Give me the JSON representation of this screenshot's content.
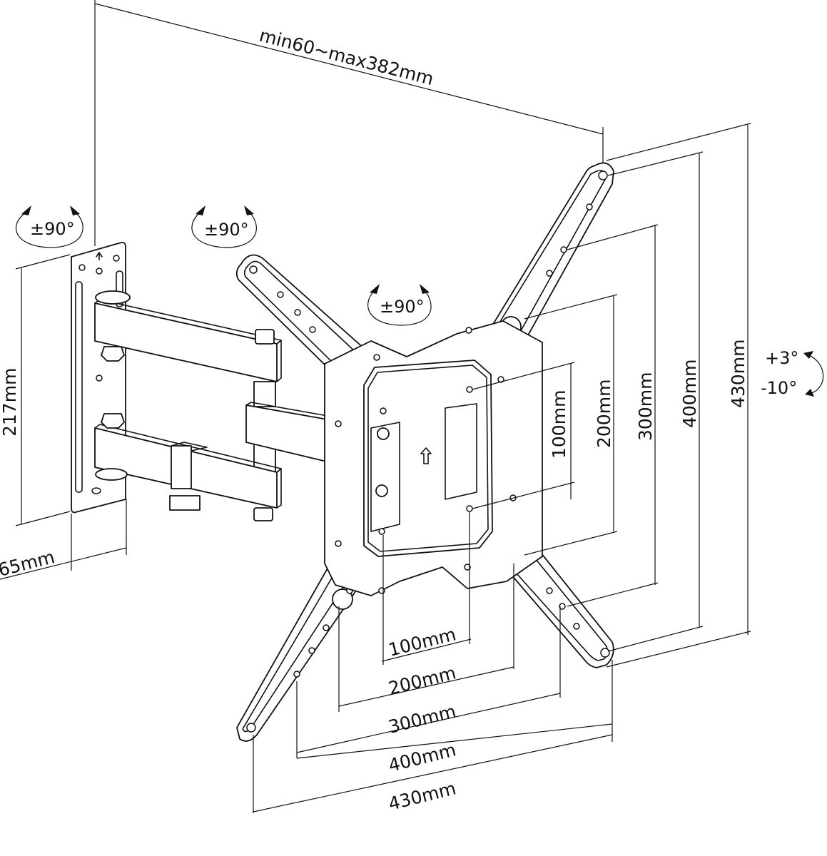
{
  "title": "TV wall mount dimension diagram",
  "colors": {
    "line": "#111111",
    "background": "#ffffff"
  },
  "dimensions": {
    "extension": "min60~max382mm",
    "wall_plate_height": "217mm",
    "wall_plate_depth": "65mm",
    "vesa_vertical": [
      "100mm",
      "200mm",
      "300mm",
      "400mm",
      "430mm"
    ],
    "vesa_horizontal": [
      "100mm",
      "200mm",
      "300mm",
      "400mm",
      "430mm"
    ]
  },
  "rotations": {
    "wall_swivel": "±90°",
    "arm_swivel": "±90°",
    "plate_rotation": "±90°",
    "tilt_up": "+3°",
    "tilt_down": "-10°"
  }
}
